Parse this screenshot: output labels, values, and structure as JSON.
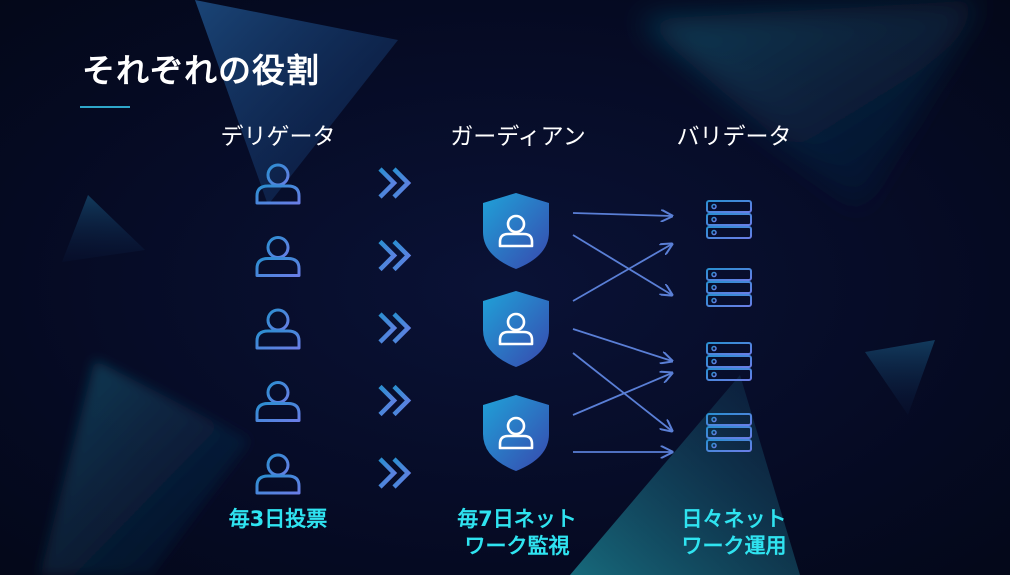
{
  "title": "それぞれの役割",
  "columns": [
    {
      "header": "デリゲータ",
      "footer_line1": "毎3日投票",
      "footer_line2": ""
    },
    {
      "header": "ガーディアン",
      "footer_line1": "毎7日ネット",
      "footer_line2": "ワーク監視"
    },
    {
      "header": "バリデータ",
      "footer_line1": "日々ネット",
      "footer_line2": "ワーク運用"
    }
  ],
  "nodes": {
    "delegators": 5,
    "guardians": 3,
    "validators": 4
  },
  "icons": {
    "delegator": "user-icon",
    "flow": "double-chevron-right-icon",
    "guardian": "shield-user-icon",
    "validator": "server-stack-icon"
  },
  "colors": {
    "background": "#060b24",
    "accent": "#2fe3f0",
    "icon_gradient_start": "#2a6fbf",
    "icon_gradient_end": "#6a8fe0",
    "shield_start": "#1f9ad6",
    "shield_end": "#3b4bb0",
    "arrow": "#5a7fd6"
  }
}
